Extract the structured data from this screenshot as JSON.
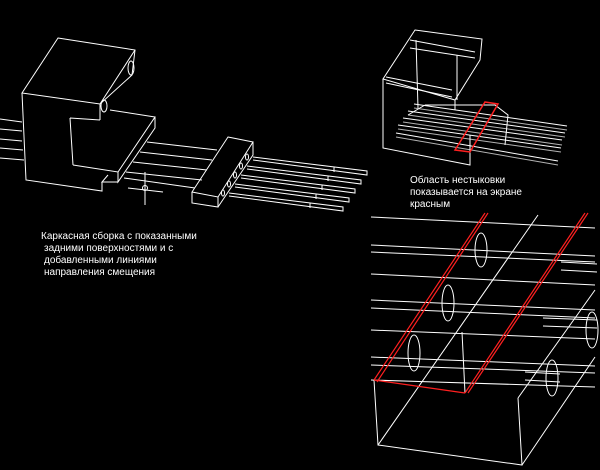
{
  "captions": {
    "left": [
      "Каркасная сборка с показанными",
      "задними поверхностями и с",
      "добавленными линиями",
      "направления смещения"
    ],
    "right": [
      "Область нестыковки",
      "показывается на экране",
      "красным"
    ]
  },
  "colors": {
    "background": "#000000",
    "lines": "#ffffff",
    "highlight": "#ff2020"
  }
}
